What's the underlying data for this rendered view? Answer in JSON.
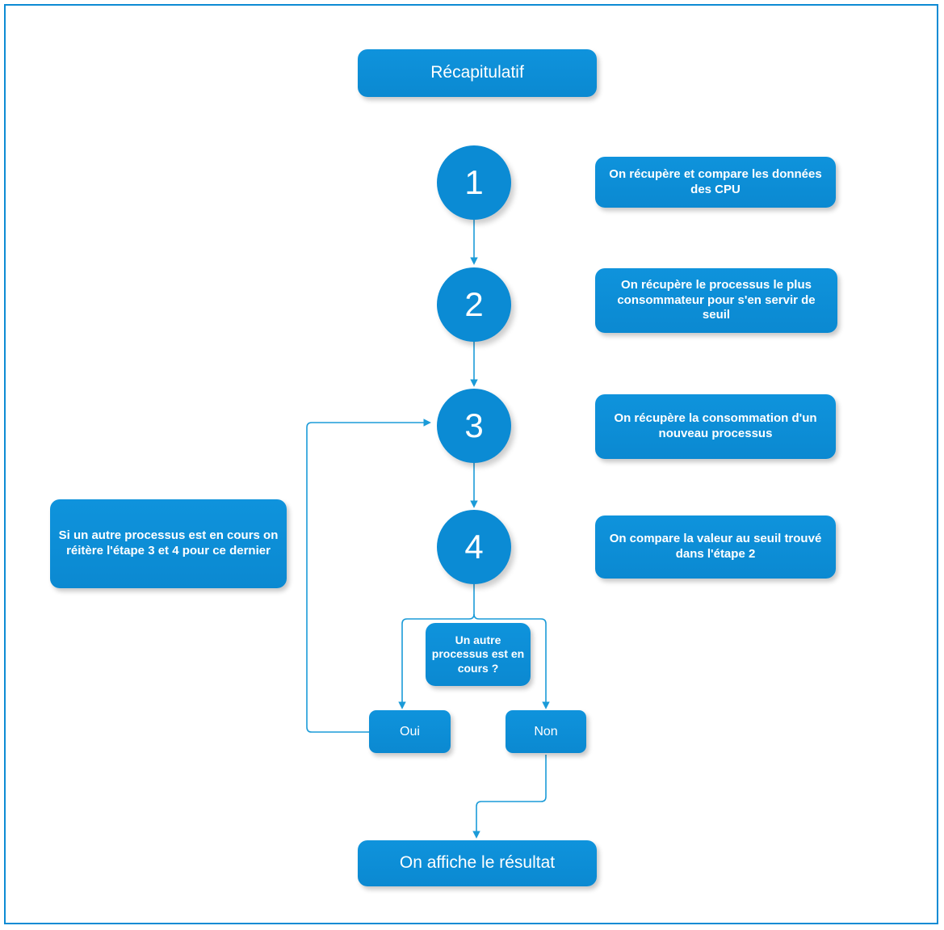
{
  "diagram": {
    "title": "Récapitulatif",
    "accent_color": "#0b8bd4",
    "connector_color": "#1b9bd8",
    "border_color": "#0d8bd4",
    "background_color": "#ffffff",
    "text_color": "#ffffff"
  },
  "steps": [
    {
      "number": "1",
      "note": "On récupère et compare les données des CPU"
    },
    {
      "number": "2",
      "note": "On récupère le processus le plus consommateur pour s'en servir de seuil"
    },
    {
      "number": "3",
      "note": "On récupère la consommation d'un nouveau processus"
    },
    {
      "number": "4",
      "note": "On compare la valeur au seuil trouvé dans l'étape 2"
    }
  ],
  "loop_note": "Si un autre processus est en cours on réitère l'étape 3 et 4 pour ce dernier",
  "decision": {
    "question": "Un autre processus est en cours ?",
    "yes_label": "Oui",
    "no_label": "Non"
  },
  "result": "On affiche le résultat"
}
